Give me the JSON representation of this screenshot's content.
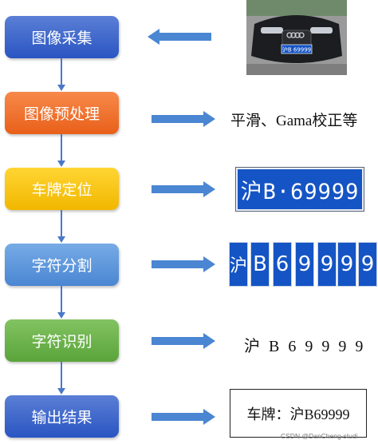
{
  "steps": [
    "图像采集",
    "图像预处理",
    "车牌定位",
    "字符分割",
    "字符识别",
    "输出结果"
  ],
  "preprocess_text": "平滑、Gama校正等",
  "plate_text": "沪B·69999",
  "segmented_chars": [
    "沪",
    "B",
    "6",
    "9",
    "9",
    "9",
    "9"
  ],
  "car_plate_text": "沪B 69999",
  "recognized_text": "沪 B 6 9 9 9 9",
  "result_text": "车牌：沪B69999",
  "watermark": "CSDN @DanCheng-studi",
  "colors": {
    "arrow": "#4a86d2",
    "plate": "#1554c4"
  }
}
